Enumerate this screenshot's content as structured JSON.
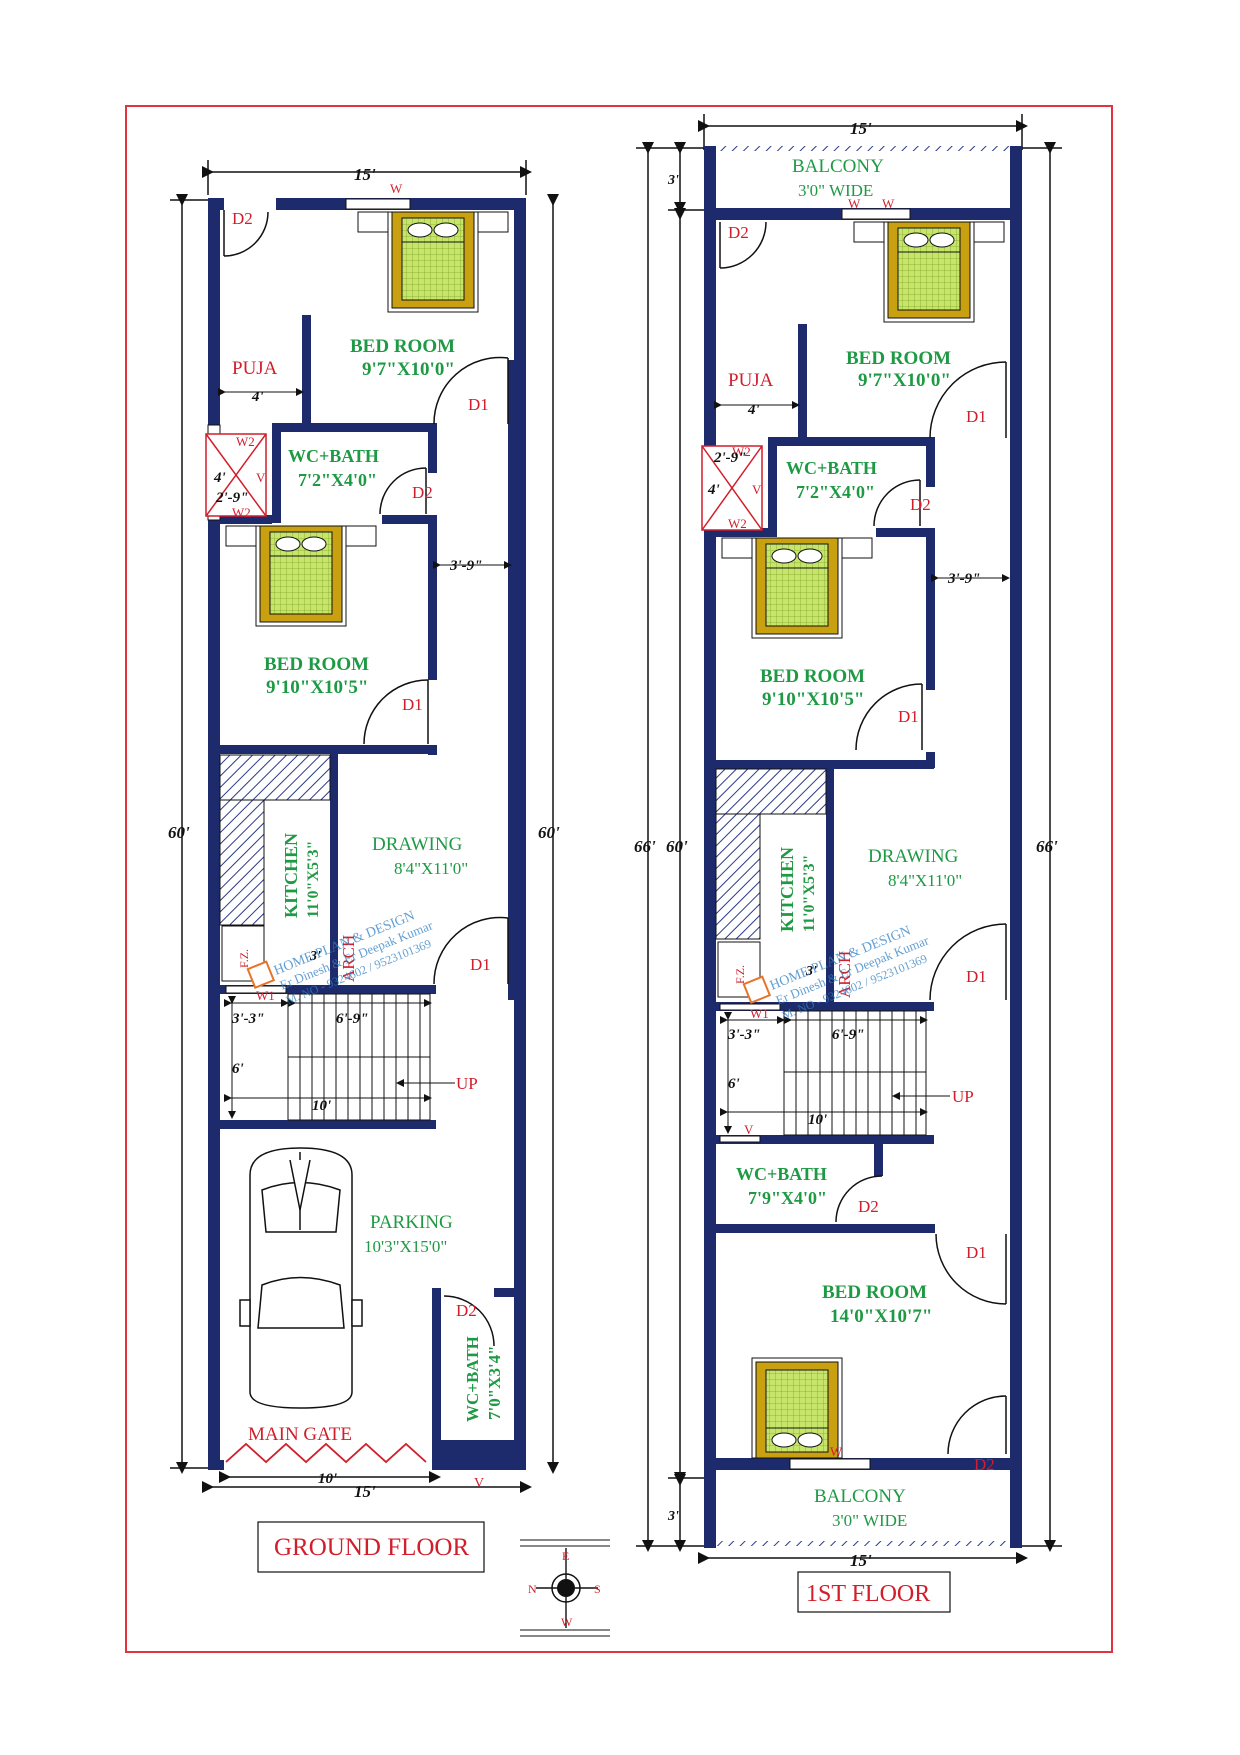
{
  "ground": {
    "dim_top": "15'",
    "dim_bottom": "15'",
    "dim_left": "60'",
    "dim_right": "60'",
    "w_top": "W",
    "d2_corner": "D2",
    "bed1_title": "BED ROOM",
    "bed1_size": "9'7\"X10'0\"",
    "puja": "PUJA",
    "puja_w": "4'",
    "d1_bed1": "D1",
    "w2_a": "W2",
    "w2_b": "W2",
    "v_vent": "V",
    "vent_h": "4'",
    "vent_w": "2'-9\"",
    "wc_title": "WC+BATH",
    "wc_size": "7'2\"X4'0\"",
    "d2_wc": "D2",
    "bed2_title": "BED ROOM",
    "bed2_size": "9'10\"X10'5\"",
    "pass_w": "3'-9\"",
    "d1_bed2": "D1",
    "kitchen_title": "KITCHEN",
    "kitchen_size": "11'0\"X5'3\"",
    "fz": "F.Z.",
    "arch": "ARCH",
    "arch_w": "3'",
    "drawing_title": "DRAWING",
    "drawing_size": "8'4\"X11'0\"",
    "d1_drawing": "D1",
    "w1": "W1",
    "stair_a": "3'-3\"",
    "stair_b": "6'-9\"",
    "stair_h": "6'",
    "stair_len": "10'",
    "up": "UP",
    "parking_title": "PARKING",
    "parking_size": "10'3\"X15'0\"",
    "wc2_title": "WC+BATH",
    "wc2_size": "7'0\"X3'4\"",
    "d2_wc2": "D2",
    "v_bottom": "V",
    "main_gate": "MAIN GATE",
    "gate_w": "10'",
    "title": "GROUND FLOOR"
  },
  "first": {
    "dim_top": "15'",
    "dim_bottom": "15'",
    "dim_left_outer": "66'",
    "dim_left_inner": "60'",
    "dim_right": "66'",
    "dim_balc_top": "3'",
    "dim_balc_bottom": "3'",
    "balcony_top_title": "BALCONY",
    "balcony_top_size": "3'0\" WIDE",
    "w_a": "W",
    "w_b": "W",
    "d2_corner": "D2",
    "bed1_title": "BED ROOM",
    "bed1_size": "9'7\"X10'0\"",
    "puja": "PUJA",
    "puja_w": "4'",
    "d1_bed1": "D1",
    "w2_a": "W2",
    "w2_b": "W2",
    "v_vent": "V",
    "vent_h": "4'",
    "vent_w": "2'-9\"",
    "wc_title": "WC+BATH",
    "wc_size": "7'2\"X4'0\"",
    "d2_wc": "D2",
    "bed2_title": "BED ROOM",
    "bed2_size": "9'10\"X10'5\"",
    "pass_w": "3'-9\"",
    "d1_bed2": "D1",
    "kitchen_title": "KITCHEN",
    "kitchen_size": "11'0\"X5'3\"",
    "fz": "F.Z.",
    "arch": "ARCH",
    "arch_w": "3'",
    "drawing_title": "DRAWING",
    "drawing_size": "8'4\"X11'0\"",
    "d1_drawing": "D1",
    "w1": "W1",
    "stair_a": "3'-3\"",
    "stair_b": "6'-9\"",
    "stair_h": "6'",
    "stair_len": "10'",
    "up": "UP",
    "v_stair": "V",
    "wc2_title": "WC+BATH",
    "wc2_size": "7'9\"X4'0\"",
    "d2_wc2": "D2",
    "d1_bed3": "D1",
    "bed3_title": "BED ROOM",
    "bed3_size": "14'0\"X10'7\"",
    "d2_bed3": "D2",
    "w_bottom": "W",
    "balcony_bot_title": "BALCONY",
    "balcony_bot_size": "3'0\" WIDE",
    "title": "1ST FLOOR"
  },
  "watermark": {
    "line1": "HOME PLAN & DESIGN",
    "line2": "Er Dinesh & Er Deepak Kumar",
    "line3": "M. NO - 9324602 / 9523101369"
  },
  "compass": {
    "n": "N",
    "s": "S",
    "e": "E",
    "w": "W"
  },
  "colors": {
    "wall": "#1d2a6b",
    "room_text": "#1f9a44",
    "label_text": "#d21d2a",
    "frame": "#e3333f",
    "bed_frame": "#c9a010",
    "bed_quilt": "#c7e56a"
  }
}
